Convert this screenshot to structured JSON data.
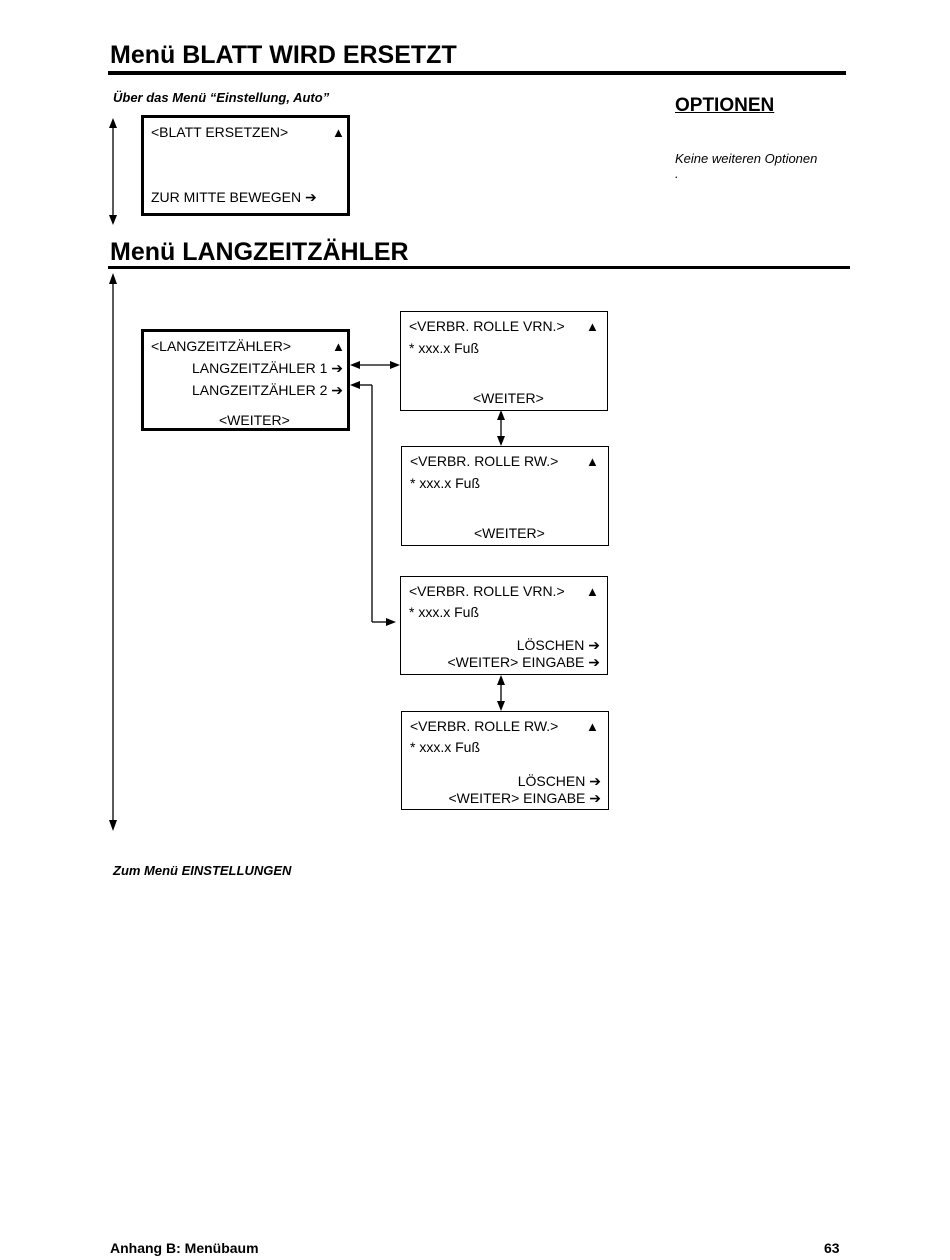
{
  "section1": {
    "title": "Menü BLATT WIRD ERSETZT",
    "from_note": "Über das Menü “Einstellung, Auto”",
    "screen": {
      "title": "<BLATT ERSETZEN>",
      "arrow": "▲",
      "action": "ZUR MITTE BEWEGEN ➔"
    },
    "options": {
      "title": "OPTIONEN",
      "text": "Keine weiteren Optionen",
      "dot": "."
    }
  },
  "section2": {
    "title": "Menü LANGZEITZÄHLER",
    "main_screen": {
      "title": "<LANGZEITZÄHLER>",
      "arrow": "▲",
      "item1": "LANGZEITZÄHLER 1 ➔",
      "item2": "LANGZEITZÄHLER 2 ➔",
      "next": "<WEITER>"
    },
    "counter1_screens": [
      {
        "title": "<VERBR. ROLLE VRN.>",
        "arrow": "▲",
        "value": "* xxx.x  Fuß",
        "next": "<WEITER>"
      },
      {
        "title": "<VERBR. ROLLE RW.>",
        "arrow": "▲",
        "value": "*  xxx.x  Fuß",
        "next": "<WEITER>"
      }
    ],
    "counter2_screens": [
      {
        "title": "<VERBR. ROLLE VRN.>",
        "arrow": "▲",
        "value": "* xxx.x  Fuß",
        "clear": "LÖSCHEN ➔",
        "next_enter": "<WEITER>  EINGABE ➔"
      },
      {
        "title": "<VERBR. ROLLE RW.>",
        "arrow": "▲",
        "value": "* xxx.x  Fuß",
        "clear": "LÖSCHEN ➔",
        "next_enter": "<WEITER>  EINGABE ➔"
      }
    ],
    "to_note": "Zum Menü EINSTELLUNGEN"
  },
  "footer": {
    "left": "Anhang B:  Menübaum",
    "page": "63"
  }
}
